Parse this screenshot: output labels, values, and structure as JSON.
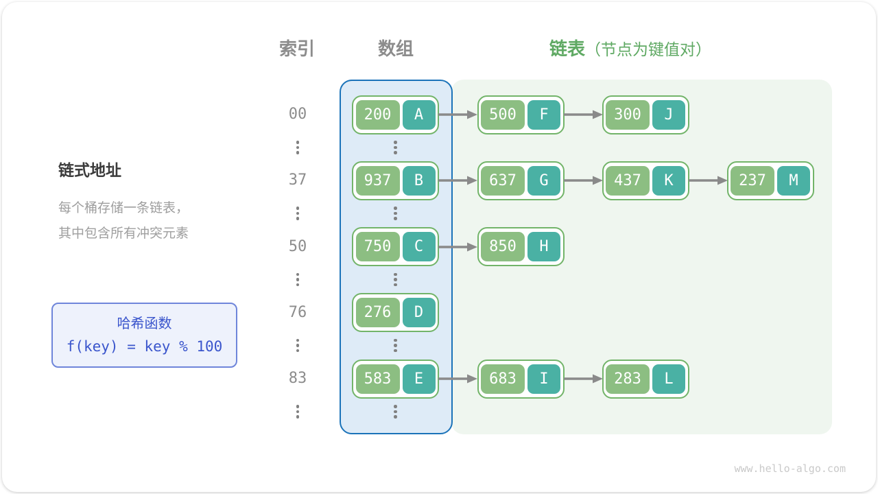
{
  "header": {
    "index": "索引",
    "array": "数组",
    "list": "链表",
    "list_note": "（节点为键值对）"
  },
  "sidebar": {
    "title": "链式地址",
    "description_lines": [
      "每个桶存储一条链表，",
      "其中包含所有冲突元素"
    ],
    "hash_function": {
      "title": "哈希函数",
      "formula": "f(key) = key % 100"
    }
  },
  "buckets": [
    {
      "index": "00",
      "nodes": [
        {
          "key": "200",
          "value": "A"
        },
        {
          "key": "500",
          "value": "F"
        },
        {
          "key": "300",
          "value": "J"
        }
      ]
    },
    {
      "index": "37",
      "nodes": [
        {
          "key": "937",
          "value": "B"
        },
        {
          "key": "637",
          "value": "G"
        },
        {
          "key": "437",
          "value": "K"
        },
        {
          "key": "237",
          "value": "M"
        }
      ]
    },
    {
      "index": "50",
      "nodes": [
        {
          "key": "750",
          "value": "C"
        },
        {
          "key": "850",
          "value": "H"
        }
      ]
    },
    {
      "index": "76",
      "nodes": [
        {
          "key": "276",
          "value": "D"
        }
      ]
    },
    {
      "index": "83",
      "nodes": [
        {
          "key": "583",
          "value": "E"
        },
        {
          "key": "683",
          "value": "I"
        },
        {
          "key": "283",
          "value": "L"
        }
      ]
    }
  ],
  "watermark": "www.hello-algo.com",
  "colors": {
    "key_green": "#8cbe82",
    "value_teal": "#4ab1a4",
    "node_border": "#72b469",
    "array_fill": "#deebf7",
    "array_border": "#1b73b9",
    "list_fill": "#eff6ef",
    "accent_green": "#5fa963",
    "text_gray": "#8c8c8c",
    "hash_blue": "#3a55cc",
    "arrow_gray": "#8a8a8a"
  }
}
